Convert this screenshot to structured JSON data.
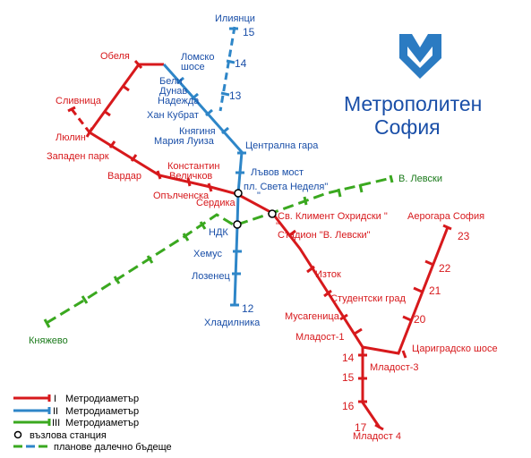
{
  "title": {
    "line1": "Метрополитен",
    "line2": "София"
  },
  "colors": {
    "line1": "#d7191c",
    "line2": "#2e86c8",
    "line3": "#3aa81f",
    "text_blue": "#1a4fa8"
  },
  "line1_stations": {
    "obelya": "Обеля",
    "slivnitsa": "Сливница",
    "lyulin": "Люлин",
    "zapaden_park": "Западен парк",
    "vardar": "Вардар",
    "konstantin": "Константин",
    "velichkov": "Величков",
    "opalchenska": "Опълченска",
    "serdika": "Сердика",
    "sv_kliment": "Св. Климент Охридски \"",
    "stadion": "Стадион \"В. Левски\"",
    "iztok": "Изток",
    "studentski": "Студентски град",
    "musagenitsa": "Мусагеница",
    "mladost1": "Младост-1",
    "mladost3": "Младост-3",
    "tsarigradsko": "Цариградско шосе",
    "aerogara": "Аерогара София",
    "mladost4": "Младост 4"
  },
  "line1_numbers": {
    "n14": "14",
    "n15": "15",
    "n16": "16",
    "n17": "17",
    "n20": "20",
    "n21": "21",
    "n22": "22",
    "n23": "23"
  },
  "line2_stations": {
    "iliyantsi": "Илиянци",
    "lomsko1": "Ломско",
    "lomsko2": "шосе",
    "beli1": "Бели",
    "beli2": "Дунав",
    "nadezhda": "Надежда",
    "han_krubat": "Хан Кубрат",
    "knyaginya": "Княгиня",
    "maria_luiza": "Мария Луиза",
    "tsentralna": "Централна гара",
    "lavov_most": "Лъвов мост",
    "sveta_nedelya": "пл. Света Неделя\"",
    "ndk": "НДК",
    "hemus": "Хемус",
    "lozenets": "Лозенец",
    "hladilnika": "Хладилника"
  },
  "line2_numbers": {
    "n12": "12",
    "n13": "13",
    "n14": "14",
    "n15": "15"
  },
  "line3_stations": {
    "v_levski": "В. Левски",
    "knyazhevo": "Княжево"
  },
  "quote_marks": {
    "q1": "\"",
    "q2": "\""
  },
  "legend": {
    "l1_num": "I",
    "l1_label": "Метродиаметър",
    "l2_num": "II",
    "l2_label": "Метродиаметър",
    "l3_num": "III",
    "l3_label": "Метродиаметър",
    "transfer": "възлова  станция",
    "planned": "планове далечно бъдеще"
  }
}
